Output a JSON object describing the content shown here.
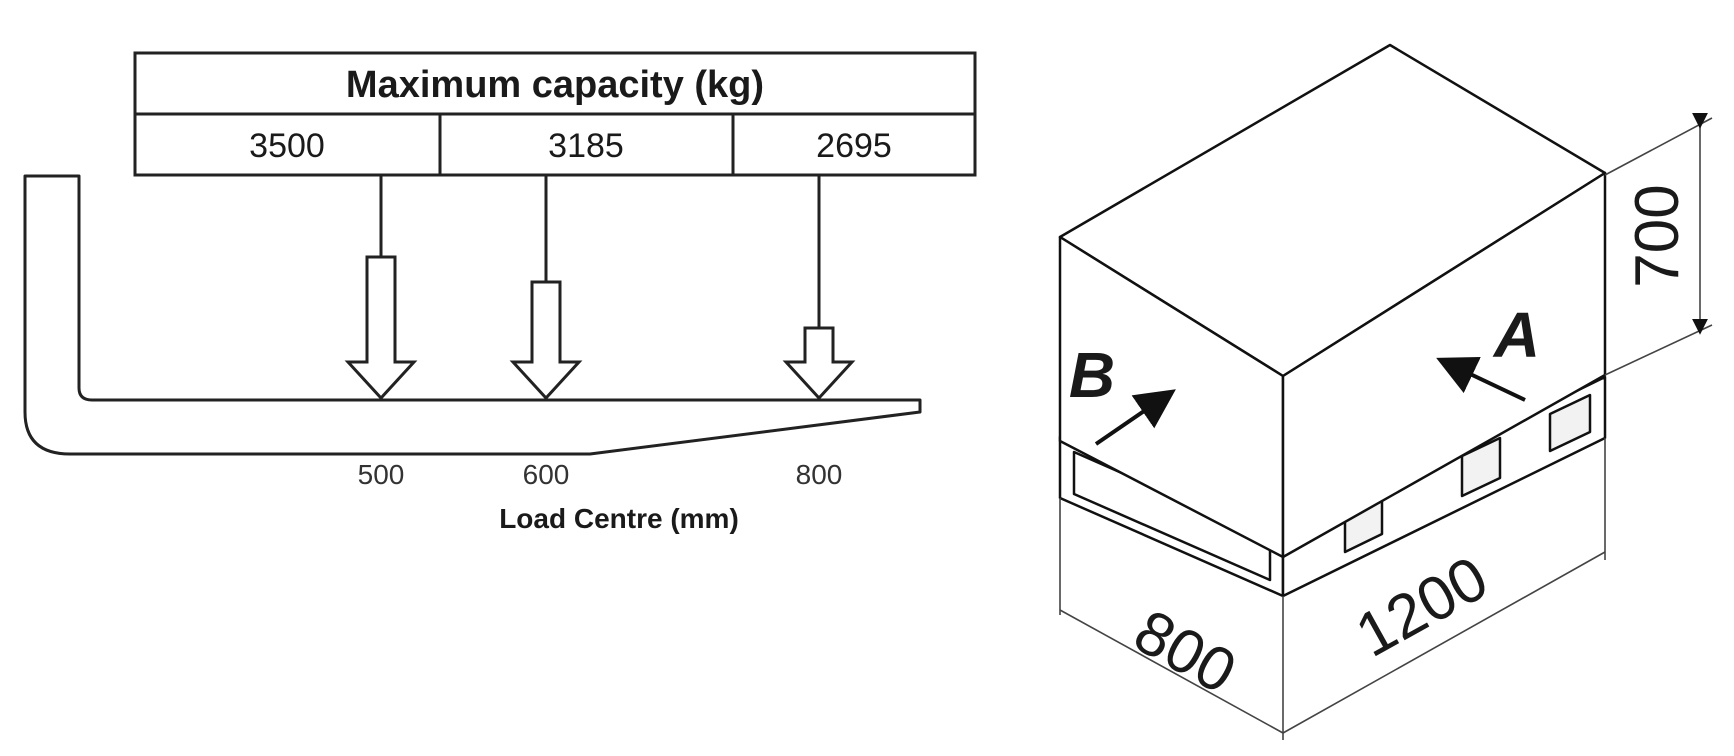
{
  "capacity_table": {
    "title": "Maximum capacity (kg)",
    "values": [
      "3500",
      "3185",
      "2695"
    ]
  },
  "load_centre": {
    "ticks": [
      "500",
      "600",
      "800"
    ],
    "label": "Load Centre (mm)"
  },
  "pallet": {
    "height": "700",
    "width": "800",
    "length": "1200",
    "side_a": "A",
    "side_b": "B"
  }
}
